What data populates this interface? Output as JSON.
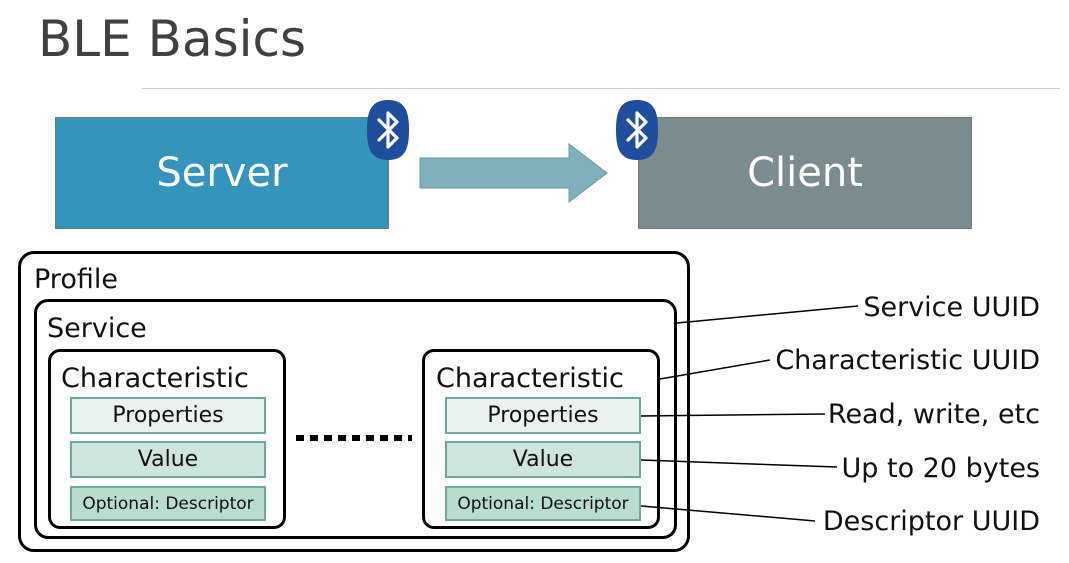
{
  "title": "BLE Basics",
  "server": {
    "label": "Server",
    "icon": "bluetooth-icon"
  },
  "client": {
    "label": "Client",
    "icon": "bluetooth-icon"
  },
  "profile": {
    "label": "Profile",
    "service": {
      "label": "Service",
      "characteristics": [
        {
          "label": "Characteristic",
          "properties": "Properties",
          "value": "Value",
          "descriptor": "Optional: Descriptor"
        },
        {
          "label": "Characteristic",
          "properties": "Properties",
          "value": "Value",
          "descriptor": "Optional: Descriptor"
        }
      ]
    }
  },
  "callouts": {
    "service_uuid": "Service UUID",
    "characteristic_uuid": "Characteristic UUID",
    "properties": "Read, write, etc",
    "value": "Up to 20 bytes",
    "descriptor_uuid": "Descriptor UUID"
  },
  "colors": {
    "server": "#3594be",
    "client": "#7b8c8f",
    "arrow": "#7fb1bb",
    "bluetooth_badge": "#1e4e9c",
    "properties_fill": "#e8f3ef",
    "value_fill": "#cde5dc",
    "descriptor_fill": "#b9dccf"
  }
}
